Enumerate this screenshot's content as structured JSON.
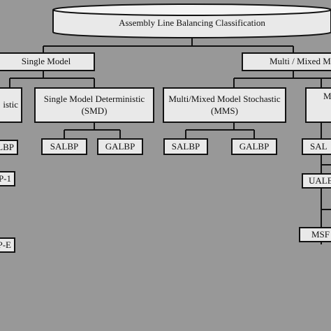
{
  "root": {
    "label": "Assembly Line Balancing Classification"
  },
  "level1": {
    "single_model": "Single Model",
    "multi_mixed": "Multi / Mixed M"
  },
  "level2": {
    "left_partial": "istic",
    "smd_line1": "Single Model Deterministic",
    "smd_line2": "(SMD)",
    "mms_line1": "Multi/Mixed Model Stochastic",
    "mms_line2": "(MMS)",
    "right_partial": "M"
  },
  "level3": {
    "left_salbp": "LBP",
    "smd_salbp": "SALBP",
    "smd_galbp": "GALBP",
    "mms_salbp": "SALBP",
    "mms_galbp": "GALBP",
    "right_sal": "SAL"
  },
  "level4": {
    "left_p1": "P-1",
    "left_pe": "P-E",
    "right_ualb": "UALB",
    "right_msf": "MSF"
  }
}
